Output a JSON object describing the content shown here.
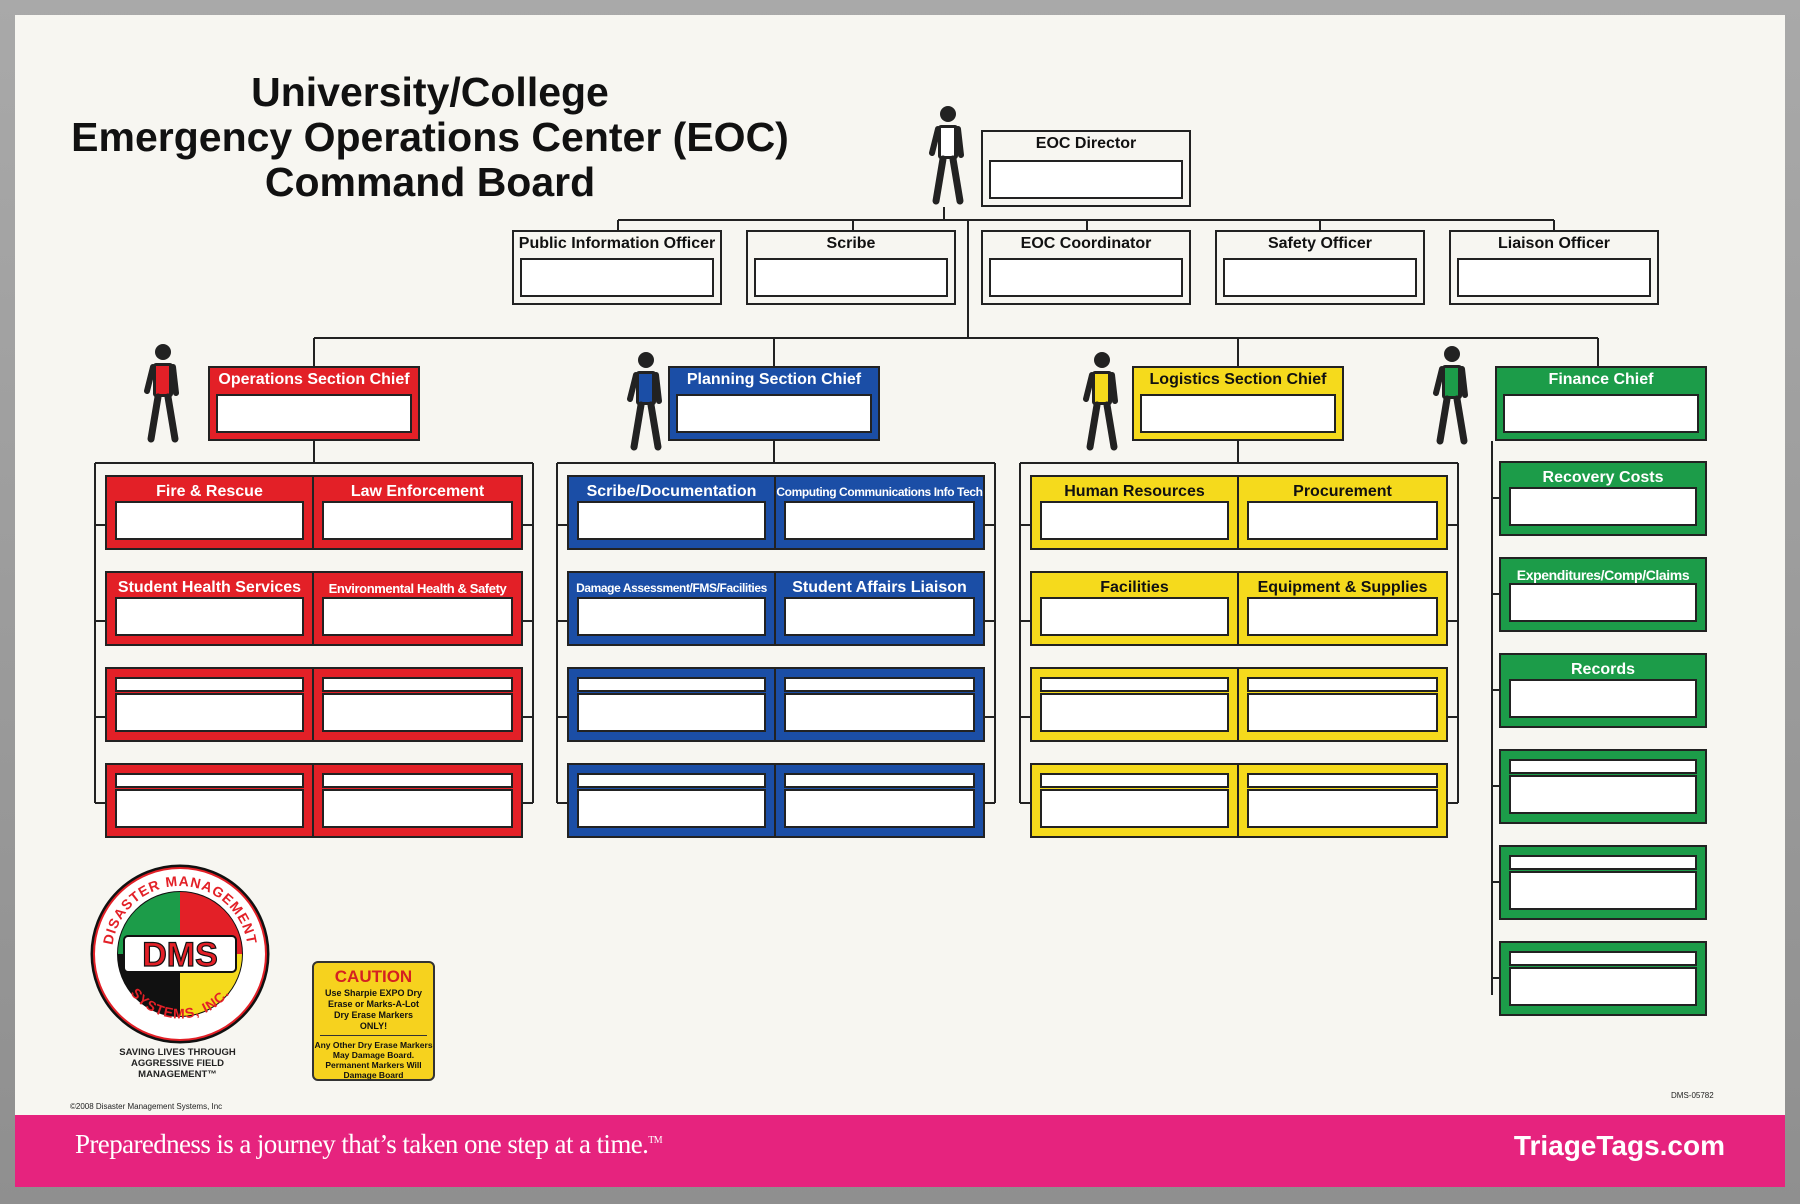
{
  "title": {
    "line1": "University/College",
    "line2": "Emergency Operations Center (EOC)",
    "line3": "Command Board"
  },
  "colors": {
    "operations": "#e32027",
    "planning": "#1b4ea6",
    "logistics": "#f5da1c",
    "finance": "#1c9c49",
    "footer": "#e6237e"
  },
  "director": {
    "label": "EOC Director"
  },
  "command_staff": [
    {
      "label": "Public Information Officer"
    },
    {
      "label": "Scribe"
    },
    {
      "label": "EOC Coordinator"
    },
    {
      "label": "Safety Officer"
    },
    {
      "label": "Liaison Officer"
    }
  ],
  "sections": [
    {
      "chief": "Operations Section Chief",
      "color": "#e32027",
      "units": [
        [
          "Fire & Rescue",
          "Law Enforcement"
        ],
        [
          "Student Health Services",
          "Environmental Health & Safety"
        ],
        [
          "",
          ""
        ],
        [
          "",
          ""
        ]
      ]
    },
    {
      "chief": "Planning Section Chief",
      "color": "#1b4ea6",
      "units": [
        [
          "Scribe/Documentation",
          "Computing Communications Info Tech"
        ],
        [
          "Damage Assessment/FMS/Facilities",
          "Student Affairs Liaison"
        ],
        [
          "",
          ""
        ],
        [
          "",
          ""
        ]
      ]
    },
    {
      "chief": "Logistics Section Chief",
      "color": "#f5da1c",
      "units": [
        [
          "Human Resources",
          "Procurement"
        ],
        [
          "Facilities",
          "Equipment & Supplies"
        ],
        [
          "",
          ""
        ],
        [
          "",
          ""
        ]
      ]
    }
  ],
  "finance": {
    "chief": "Finance Chief",
    "units": [
      "Recovery Costs",
      "Expenditures/Comp/Claims",
      "Records",
      "",
      "",
      ""
    ]
  },
  "logo": {
    "initials": "DMS",
    "ring_top": "DISASTER MANAGEMENT",
    "ring_bottom": "SYSTEMS, INC.",
    "tagline": "SAVING LIVES THROUGH AGGRESSIVE FIELD MANAGEMENT™"
  },
  "caution": {
    "heading": "CAUTION",
    "text1": "Use Sharpie EXPO Dry Erase or Marks-A-Lot Dry Erase Markers ONLY!",
    "text2": "Any Other Dry Erase Markers May Damage Board. Permanent Markers Will Damage Board"
  },
  "copyright": "©2008 Disaster Management Systems, Inc",
  "product_code": "DMS-05782",
  "footer": {
    "tagline": "Preparedness is a journey that’s taken one step at a time.",
    "tm": "TM",
    "website": "TriageTags.com"
  }
}
